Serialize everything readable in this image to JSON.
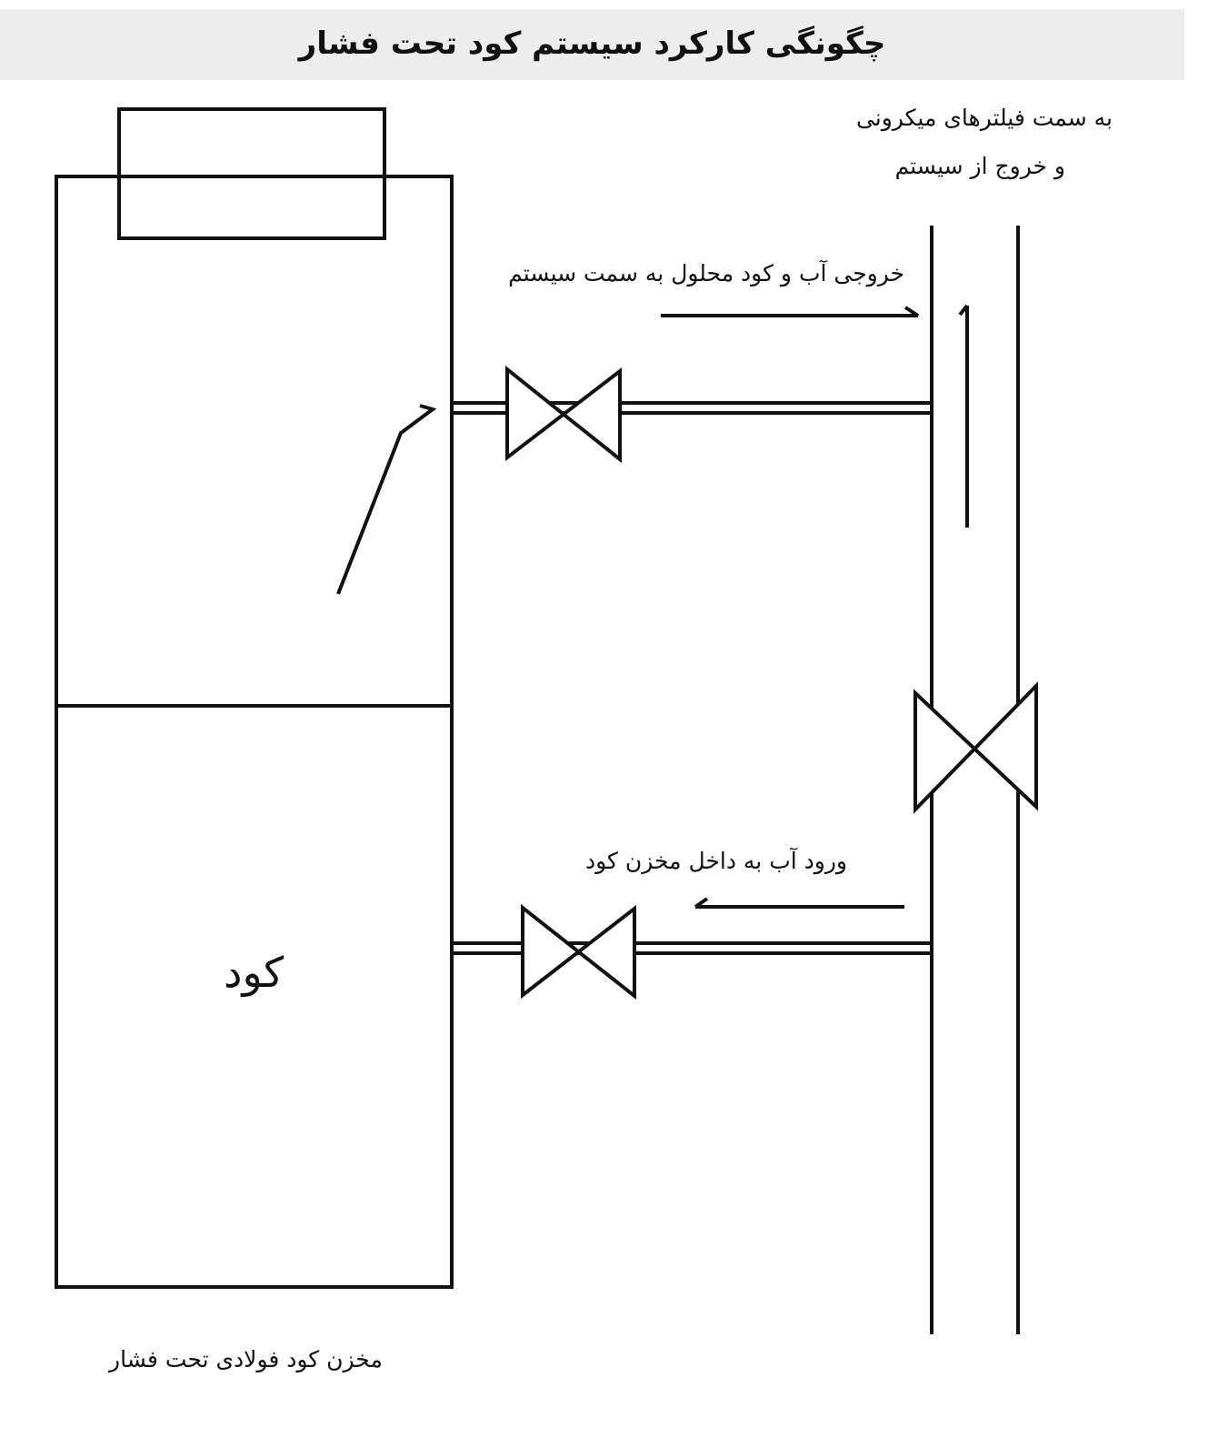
{
  "title": "چگونگی کارکرد سیستم کود تحت فشار",
  "labels": {
    "outlet_line1": "به سمت فیلترهای میکرونی",
    "outlet_line2": "و خروج از سیستم",
    "outflow": "خروجی آب و کود محلول به سمت سیستم",
    "inflow": "ورود آب به داخل مخزن کود",
    "fertilizer": "کود",
    "tank": "مخزن کود فولادی تحت فشار"
  }
}
